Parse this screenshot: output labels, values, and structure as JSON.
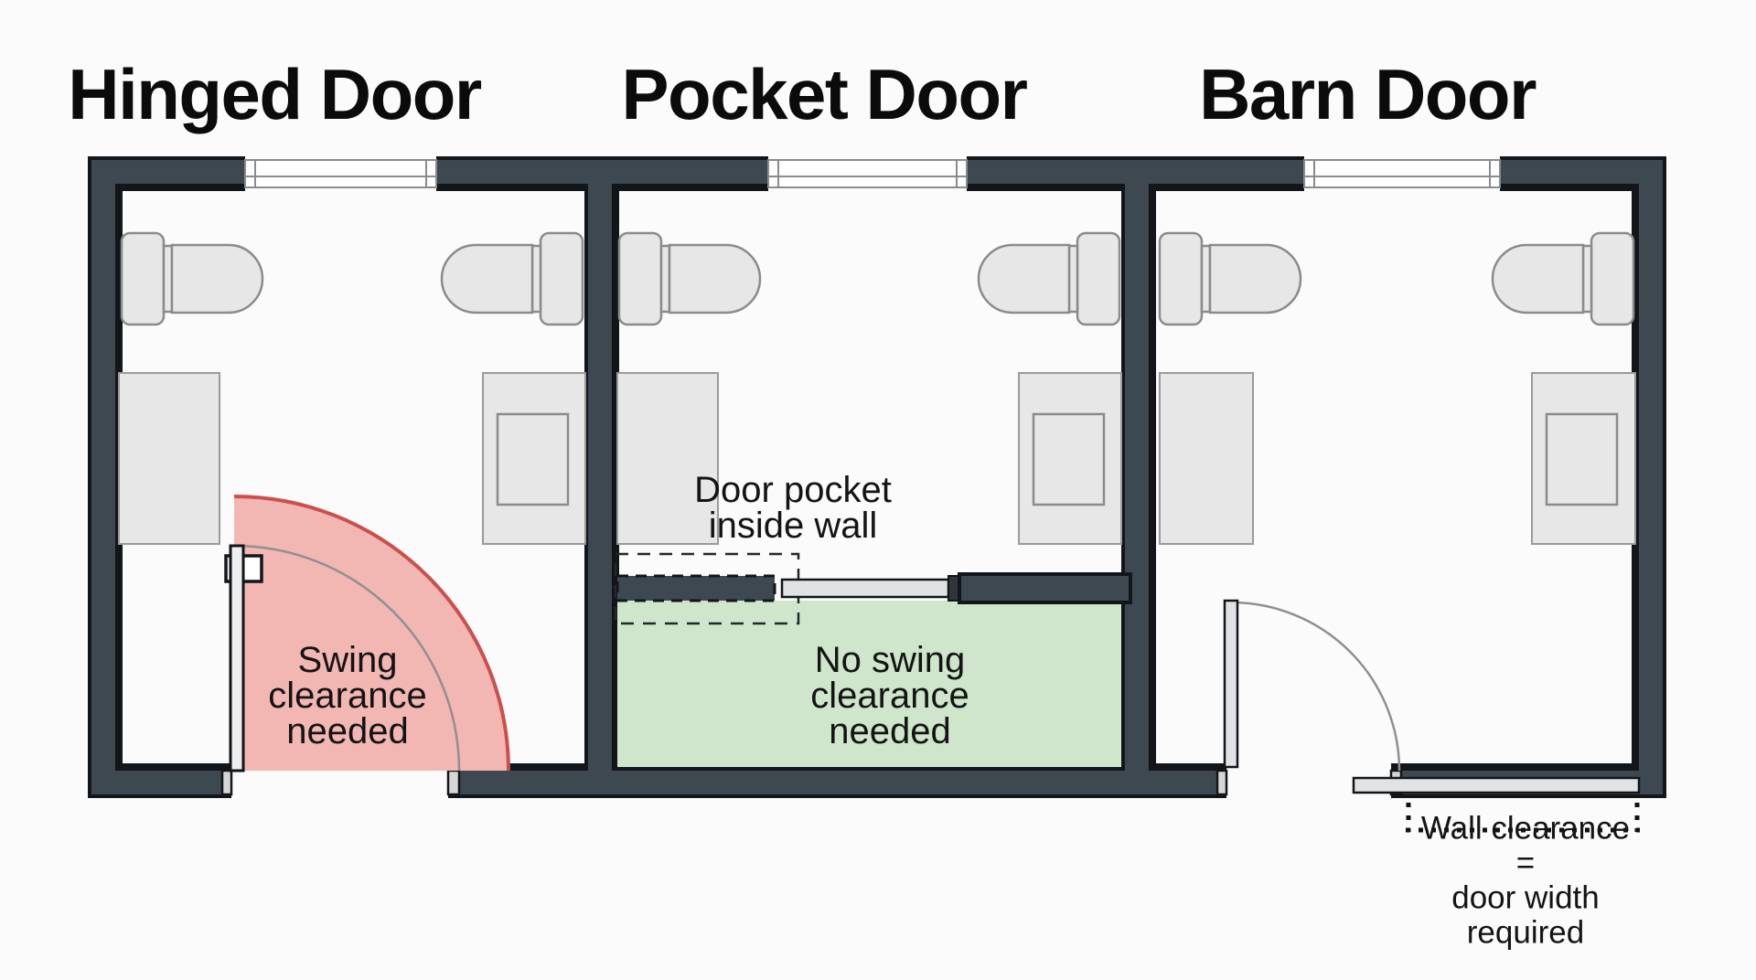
{
  "titles": {
    "hinged": "Hinged Door",
    "pocket": "Pocket Door",
    "barn": "Barn Door"
  },
  "labels": {
    "swing_clearance": "Swing\nclearance\nneeded",
    "door_pocket": "Door pocket\ninside wall",
    "no_swing_clearance": "No swing\nclearance\nneeded",
    "wall_clearance": "Wall clearance =\ndoor width required"
  },
  "colors": {
    "wall": "#3e4851",
    "outline": "#12161a",
    "bg": "#fbfbfb",
    "fixture_fill": "#e7e7e7",
    "fixture_stroke": "#8b8b8b",
    "vanity_stroke": "#9a9a9a",
    "red_fill": "#f2b6b3",
    "red_stroke": "#cc4f4b",
    "green_fill": "#cfe6cc",
    "gray_arc": "#909090",
    "jamb": "#d6d6d6",
    "door_panel": "#e0e2e4",
    "text": "#141414"
  }
}
